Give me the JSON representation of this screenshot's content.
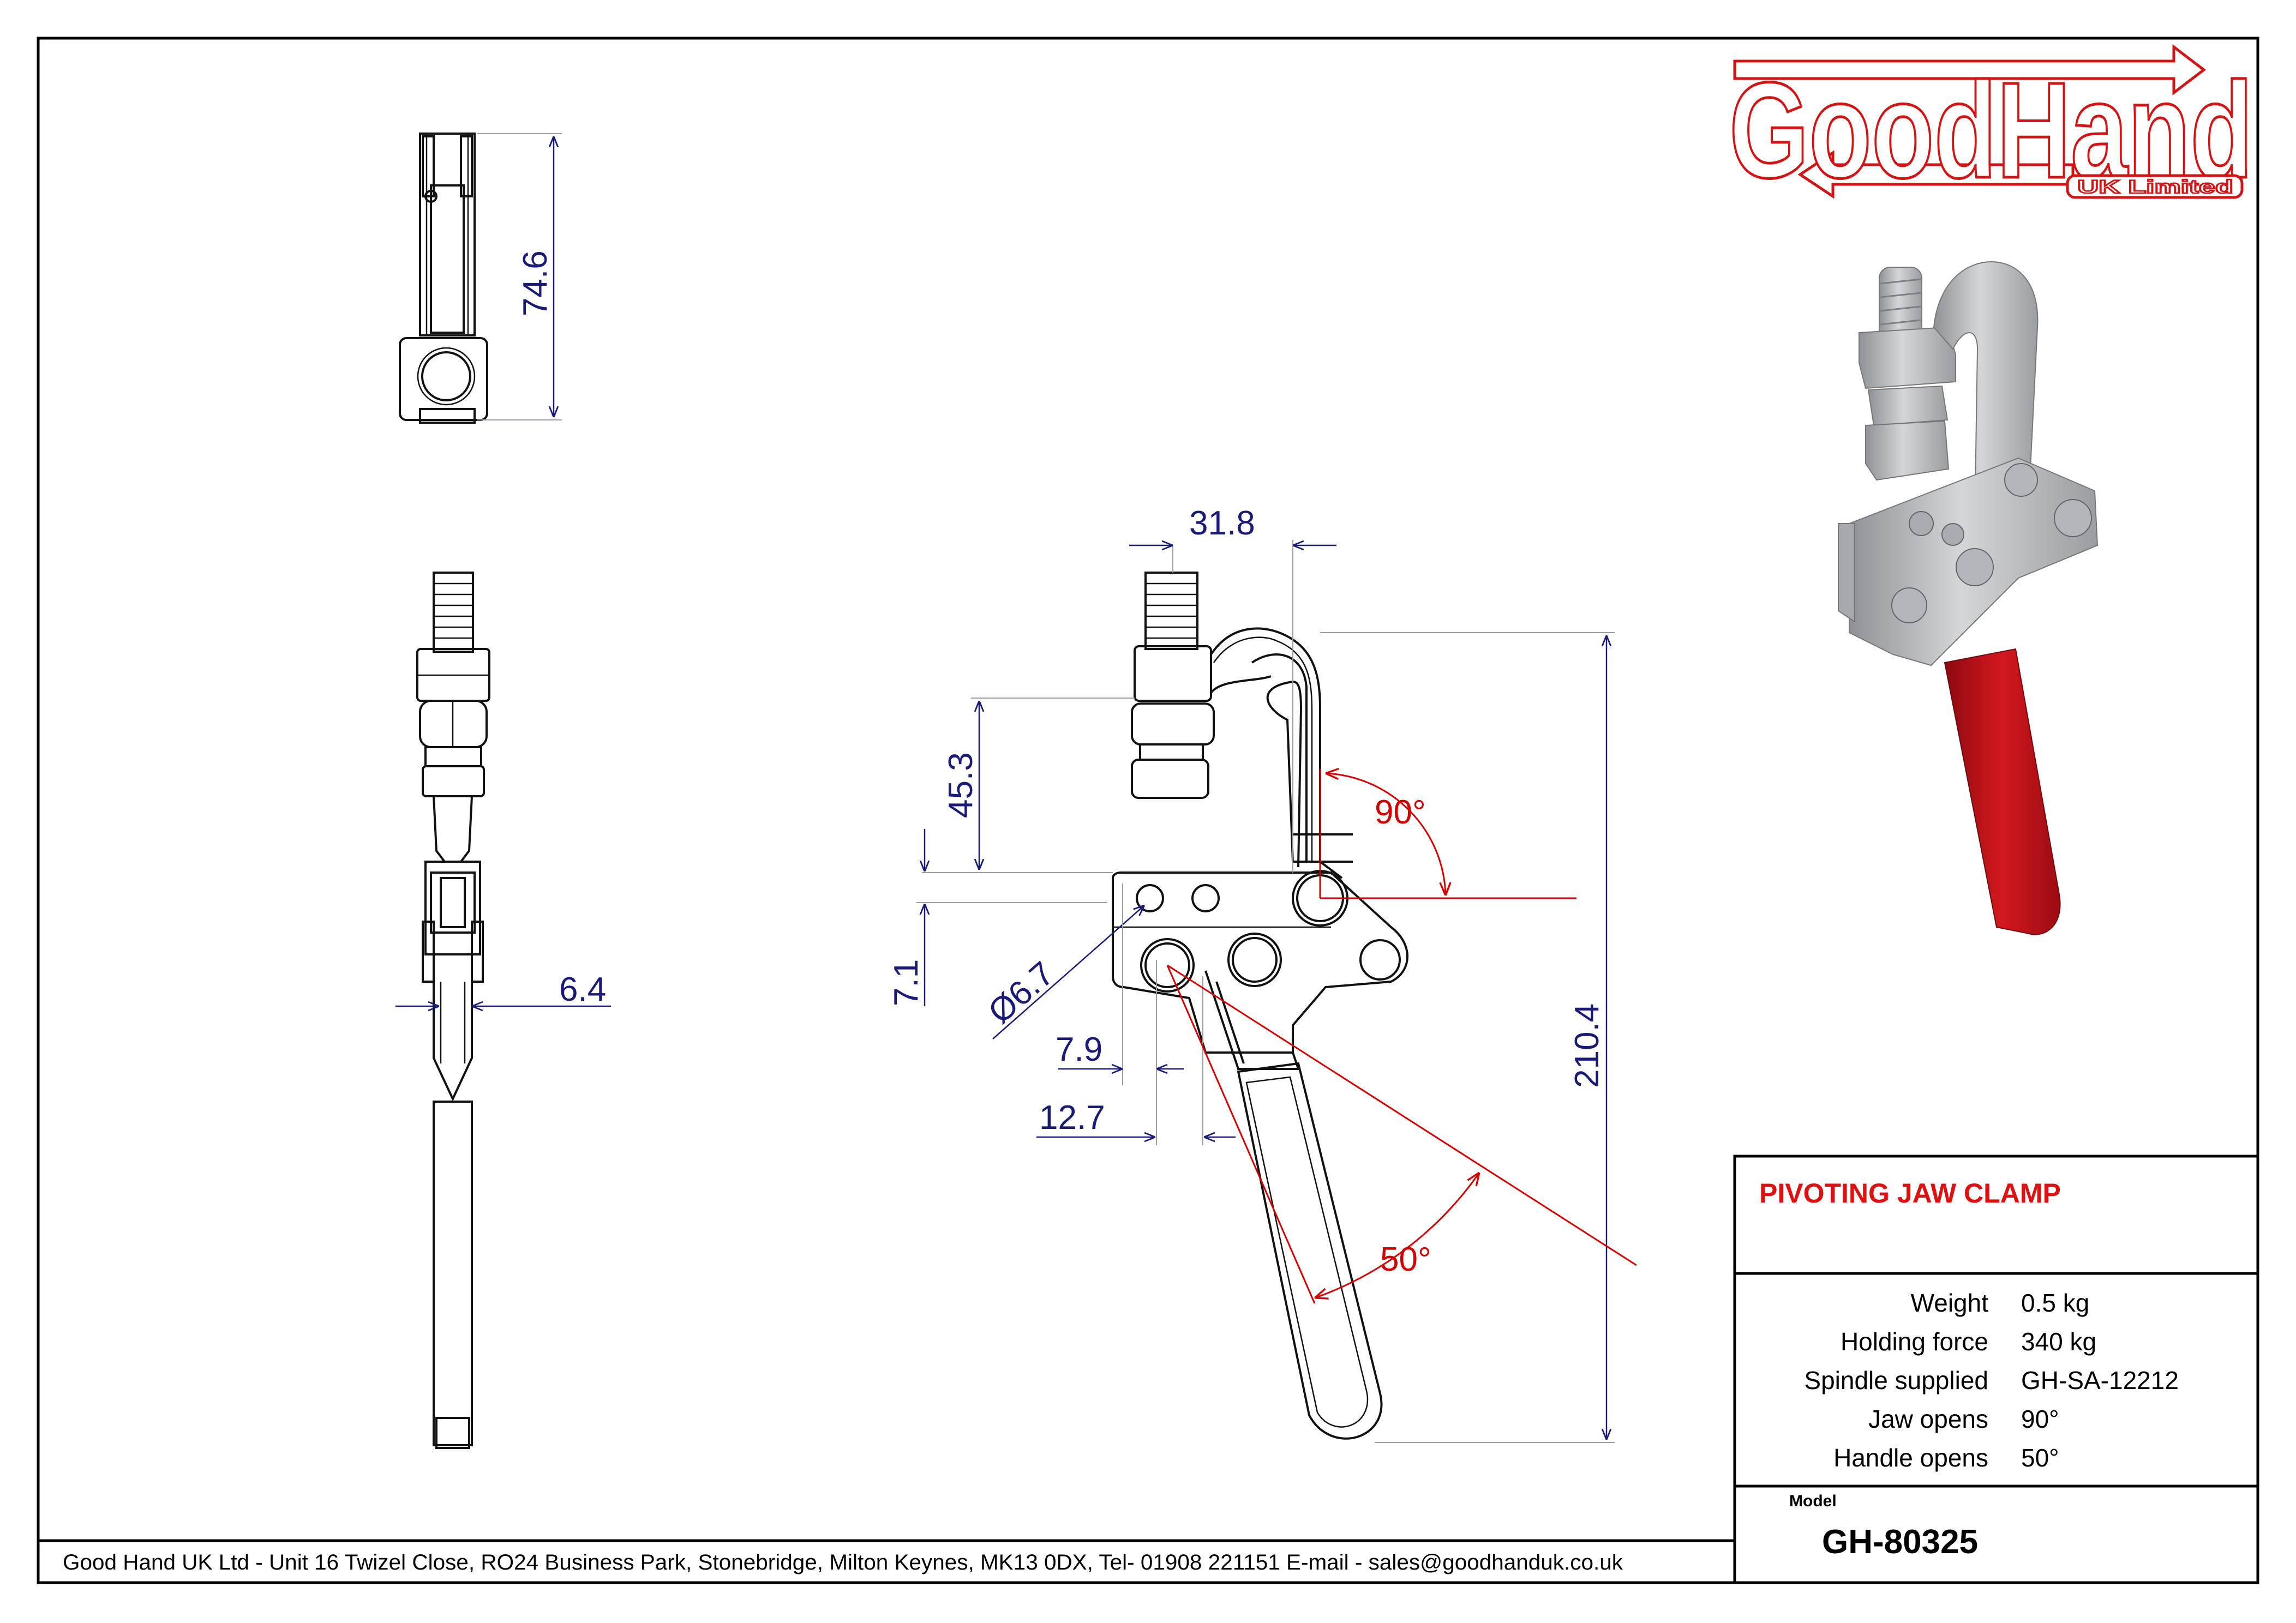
{
  "logo": {
    "text": "GoodHand",
    "subtext": "UK Limited"
  },
  "title_block": {
    "title": "PIVOTING JAW CLAMP",
    "specs": [
      {
        "label": "Weight",
        "value": "0.5 kg"
      },
      {
        "label": "Holding force",
        "value": "340 kg"
      },
      {
        "label": "Spindle supplied",
        "value": "GH-SA-12212"
      },
      {
        "label": "Jaw opens",
        "value": "90°"
      },
      {
        "label": "Handle opens",
        "value": "50°"
      }
    ],
    "model_caption": "Model",
    "model": "GH-80325"
  },
  "footer": {
    "address": "Good Hand UK Ltd  - Unit 16 Twizel Close, RO24 Business Park, Stonebridge, Milton Keynes, MK13 0DX,  Tel- 01908 221151  E-mail - sales@goodhanduk.co.uk"
  },
  "dimensions": {
    "d74_6": "74.6",
    "d6_4": "6.4",
    "d31_8": "31.8",
    "d45_3": "45.3",
    "d7_1": "7.1",
    "d6_7": "Ø6.7",
    "d7_9": "7.9",
    "d12_7": "12.7",
    "d210_4": "210.4",
    "a90": "90°",
    "a50": "50°"
  },
  "colors": {
    "dimension": "#1a1a78",
    "angle": "#d40000",
    "logo": "#d41414",
    "handle_grip": "#c8141e",
    "body_metal": "#b9bcc0"
  }
}
